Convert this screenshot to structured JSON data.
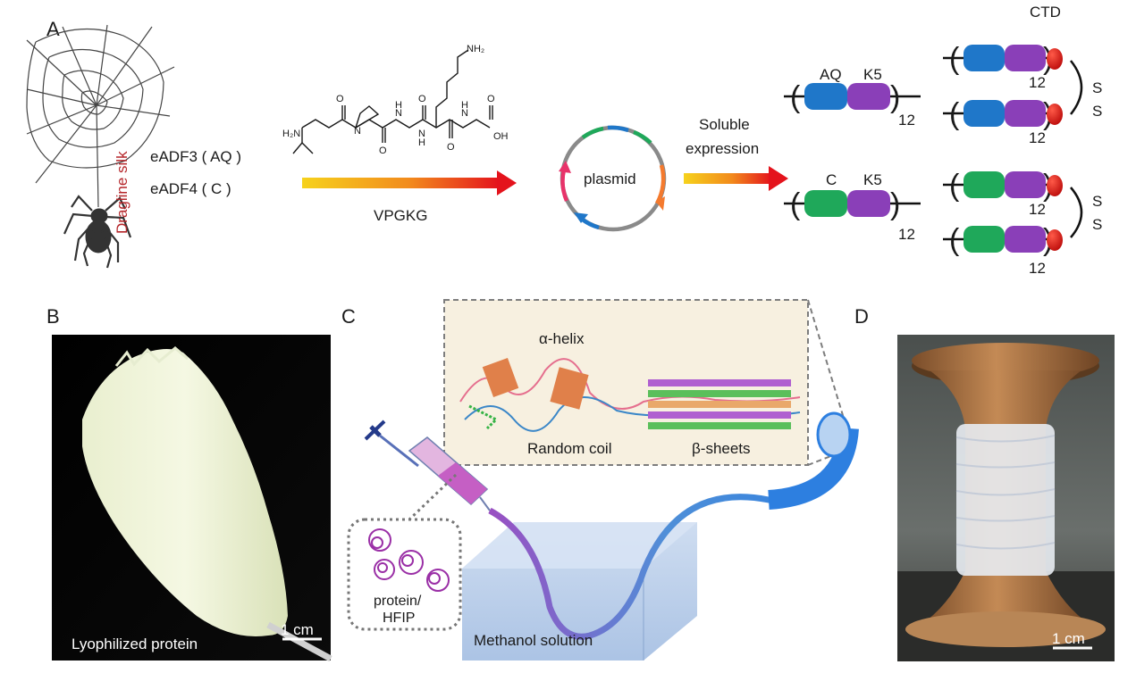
{
  "panels": {
    "a": "A",
    "b": "B",
    "c": "C",
    "d": "D"
  },
  "panel_a": {
    "silk_label": "Dragline silk",
    "protein1": "eADF3 ( AQ )",
    "protein2": "eADF4 ( C )",
    "peptide": "VPGKG",
    "plasmid": "plasmid",
    "expression_line1": "Soluble",
    "expression_line2": "expression",
    "aq": "AQ",
    "k5a": "K5",
    "c": "C",
    "k5b": "K5",
    "ctd": "CTD",
    "repeat": "12",
    "disulfide": "S"
  },
  "chem": {
    "nh2": "NH₂",
    "h2n": "H₂N",
    "n": "N",
    "h": "H",
    "o": "O",
    "oh": "OH"
  },
  "panel_b": {
    "caption": "Lyophilized protein",
    "scale": "1 cm"
  },
  "panel_c": {
    "alpha": "α-helix",
    "coil": "Random coil",
    "beta": "β-sheets",
    "solution_line1": "protein/",
    "solution_line2": "HFIP",
    "bath": "Methanol solution"
  },
  "panel_d": {
    "scale": "1 cm"
  },
  "colors": {
    "aq_block": "#1f77c9",
    "c_block": "#1fa85a",
    "k5_block": "#8a3fb8",
    "ctd": "#d8100f",
    "arrow_start": "#f5d11a",
    "arrow_end": "#e8141b",
    "fiber": "#2e7fd8",
    "syringe": "#c060c0"
  }
}
